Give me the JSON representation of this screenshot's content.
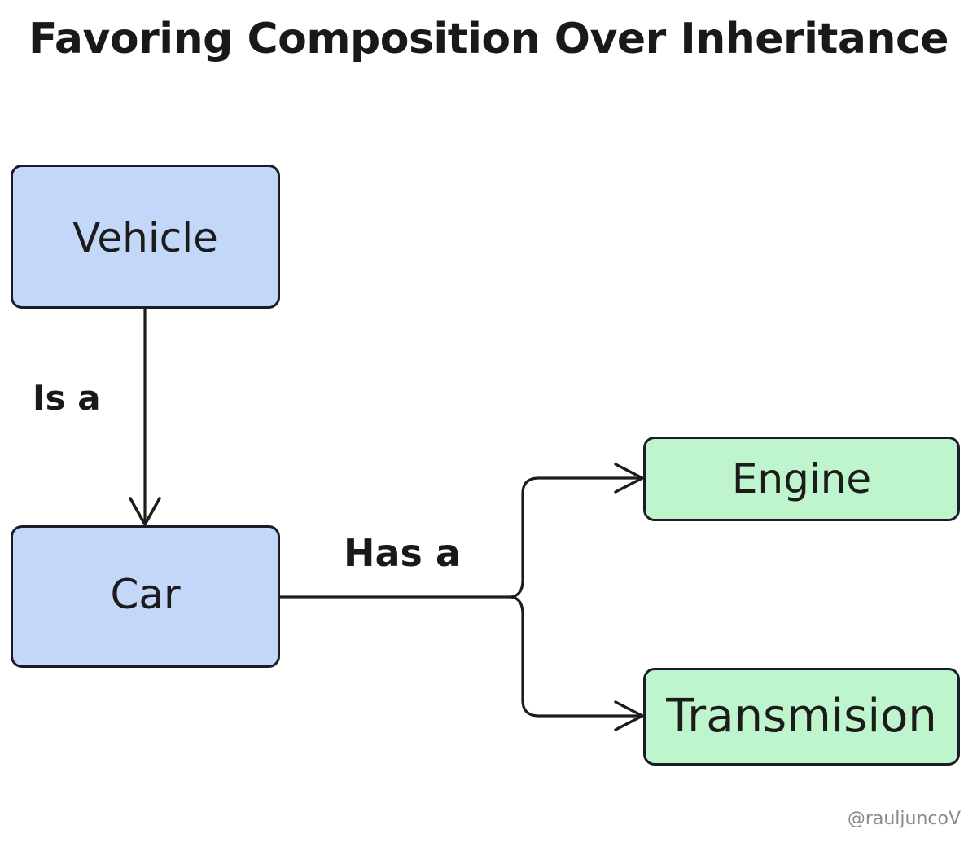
{
  "title": "Favoring Composition Over Inheritance",
  "background_color": "#ffffff",
  "watermark": "@rauljuncoV",
  "colors": {
    "inheritance_node_fill": "#c3d7f8",
    "composition_node_fill": "#bff5cd",
    "node_stroke": "#1c1c28",
    "text": "#1c1c1c",
    "watermark": "#8a8a8a"
  },
  "nodes": [
    {
      "id": "vehicle",
      "label": "Vehicle",
      "fill": "#c3d7f8"
    },
    {
      "id": "car",
      "label": "Car",
      "fill": "#c3d7f8"
    },
    {
      "id": "engine",
      "label": "Engine",
      "fill": "#bff5cd"
    },
    {
      "id": "transmision",
      "label": "Transmision",
      "fill": "#bff5cd"
    }
  ],
  "edges": [
    {
      "id": "vehicle-car",
      "from": "vehicle",
      "to": "car",
      "label": "Is a",
      "arrow": "open-v"
    },
    {
      "id": "car-engine",
      "from": "car",
      "to": "engine",
      "label": "Has a",
      "arrow": "open-v"
    },
    {
      "id": "car-transmision",
      "from": "car",
      "to": "transmision",
      "label": "Has a",
      "arrow": "open-v"
    }
  ],
  "labels": {
    "is_a": "Is a",
    "has_a": "Has a"
  }
}
